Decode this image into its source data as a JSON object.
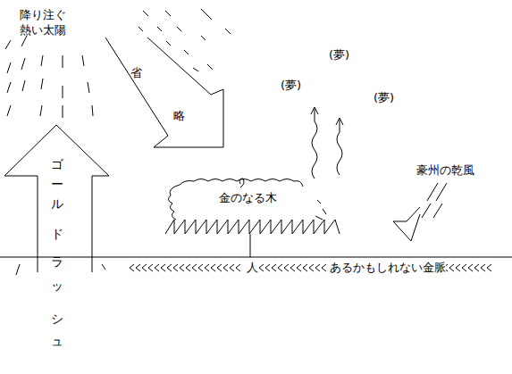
{
  "diagram": {
    "nodes": [
      {
        "text": [
          "ゴールドラッシュ"
        ]
      },
      {
        "text": [
          "省",
          "略"
        ]
      },
      {
        "text": [
          "金のなる木"
        ]
      }
    ],
    "labels": [
      "降り注ぐ 熱い太陽",
      "(夢)",
      "(夢)",
      "(夢)",
      "豪州の乾風",
      "人",
      "あるかもしれない金脈"
    ]
  }
}
